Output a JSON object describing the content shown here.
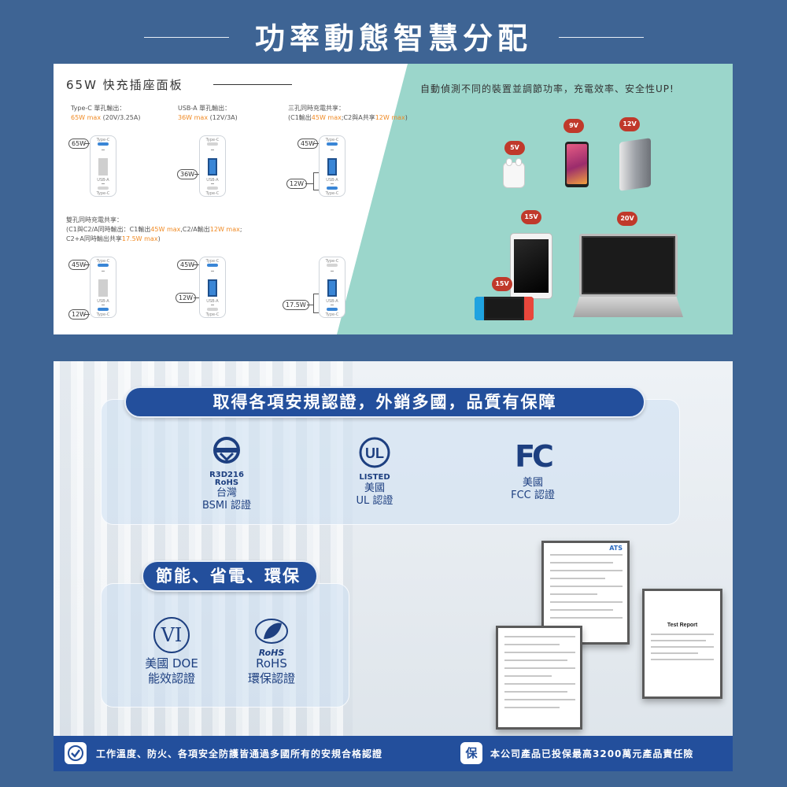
{
  "header": {
    "title": "功率動態智慧分配"
  },
  "panel_top": {
    "title": "65W 快充插座面板",
    "right_caption": "自動偵測不同的裝置並調節功率，充電效率、安全性UP!",
    "notes": {
      "typec_label": "Type-C 單孔輸出：",
      "typec_value": "65W max",
      "typec_detail": "(20V/3.25A)",
      "usba_label": "USB-A 單孔輸出：",
      "usba_value": "36W max",
      "usba_detail": "(12V/3A)",
      "triple_label": "三孔同時充電共享：",
      "triple_line_a": "(C1輸出",
      "triple_line_b": "45W max",
      "triple_line_c": ";C2與A共享",
      "triple_line_d": "12W max",
      "triple_line_e": ")",
      "dual_label": "雙孔同時充電共享：",
      "dual_line1_a": "(C1與C2/A同時輸出：C1輸出",
      "dual_line1_b": "45W max",
      "dual_line1_c": ",C2/A輸出",
      "dual_line1_d": "12W max",
      "dual_line1_e": ";",
      "dual_line2_a": "C2+A同時輸出共享",
      "dual_line2_b": "17.5W max",
      "dual_line2_c": ")"
    },
    "port_labels": {
      "typec": "Type-C",
      "usba": "USB-A"
    },
    "tags": {
      "t65": "65W",
      "t36": "36W",
      "t45a": "45W",
      "t12a": "12W",
      "t45b": "45W",
      "t12b": "12W",
      "t45c": "45W",
      "t12c": "12W",
      "t175": "17.5W"
    },
    "devices": {
      "earbuds_w": "5V",
      "phone_w": "9V",
      "powerbank_w": "12V",
      "tablet_w": "15V",
      "laptop_w": "20V",
      "switch_w": "15V"
    }
  },
  "panel_bottom": {
    "cert_heading": "取得各項安規認證，外銷多國，品質有保障",
    "certs": [
      {
        "logo_text": "R3D216\nRoHS",
        "line1": "台灣",
        "line2": "BSMI 認證"
      },
      {
        "logo_text": "LISTED",
        "line1": "美國",
        "line2": "UL 認證"
      },
      {
        "logo_text": "FC",
        "line1": "美國",
        "line2": "FCC 認證"
      }
    ],
    "eco_heading": "節能、省電、環保",
    "eco": [
      {
        "logo_text": "VI",
        "line1": "美國 DOE",
        "line2": "能效認證"
      },
      {
        "logo_text": "RoHS",
        "line1": "RoHS",
        "line2": "環保認證"
      }
    ],
    "doc_label": "Test Report",
    "doc_ats": "ATS",
    "footer_left": "工作溫度、防火、各項安全防護皆通過多國所有的安規合格認證",
    "footer_right_icon": "保",
    "footer_right": "本公司產品已投保最高3200萬元產品責任險"
  }
}
